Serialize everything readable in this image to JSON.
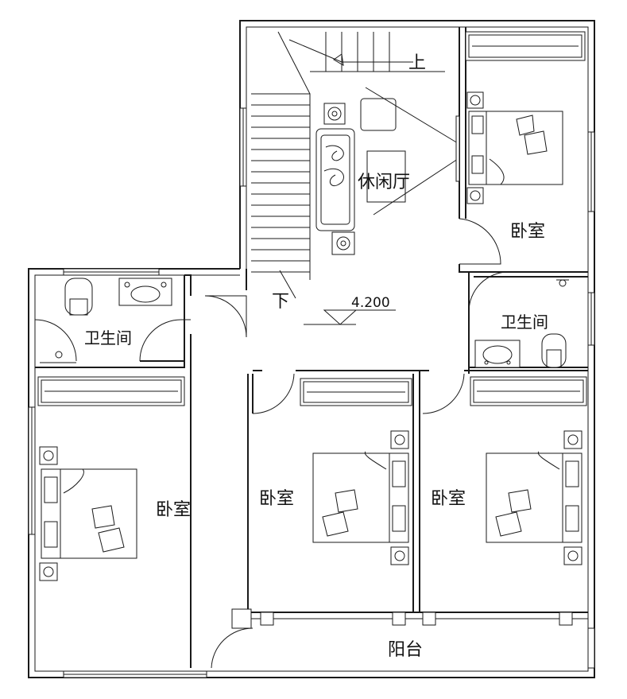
{
  "labels": {
    "up": "上",
    "down": "下",
    "lounge": "休闲厅",
    "bedroom_ne": "卧室",
    "bathroom_e": "卫生间",
    "bathroom_w": "卫生间",
    "bedroom_w": "卧室",
    "bedroom_c": "卧室",
    "bedroom_e": "卧室",
    "balcony": "阳台",
    "level": "4.200"
  }
}
